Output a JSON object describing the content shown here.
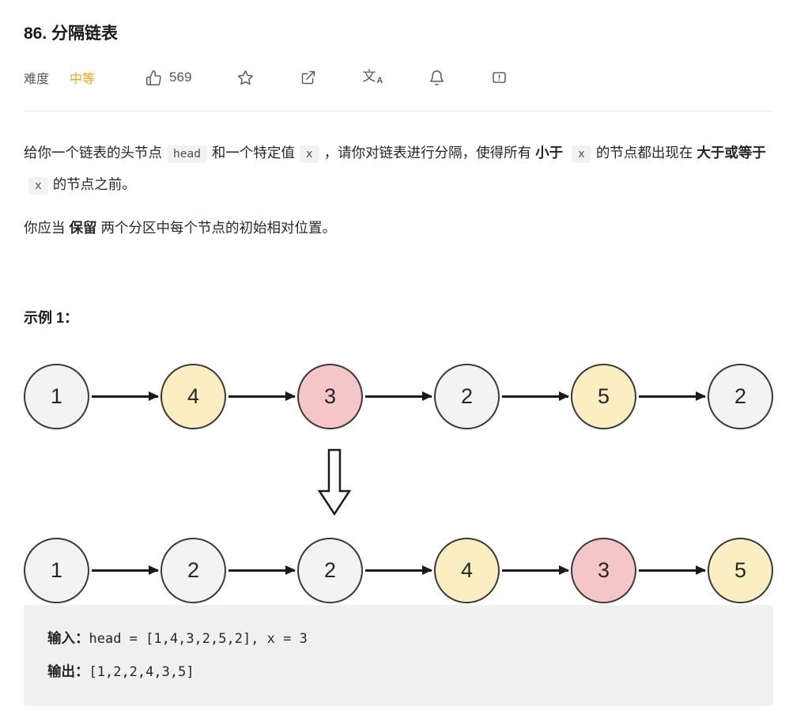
{
  "page": {
    "title": "86. 分隔链表"
  },
  "meta": {
    "difficulty_label": "难度",
    "difficulty_value": "中等",
    "likes_count": "569",
    "translate_glyph_main": "文",
    "translate_glyph_sub": "A"
  },
  "description": {
    "p1": {
      "t1": "给你一个链表的头节点",
      "c1": "head",
      "t2": "和一个特定值",
      "c2": "x",
      "t3": "，请你对链表进行分隔，使得所有",
      "b1": "小于",
      "c3": "x",
      "t4": "的节点都出现在",
      "b2": "大于或等于",
      "c4": "x",
      "t5": "的节点之前。"
    },
    "p2": {
      "t1": "你应当",
      "b1": "保留",
      "t2": "两个分区中每个节点的初始相对位置。"
    }
  },
  "example": {
    "heading": "示例 1：",
    "before_nodes": [
      {
        "value": "1",
        "color": "gray"
      },
      {
        "value": "4",
        "color": "yellow"
      },
      {
        "value": "3",
        "color": "pink"
      },
      {
        "value": "2",
        "color": "gray"
      },
      {
        "value": "5",
        "color": "yellow"
      },
      {
        "value": "2",
        "color": "gray"
      }
    ],
    "after_nodes": [
      {
        "value": "1",
        "color": "gray"
      },
      {
        "value": "2",
        "color": "gray"
      },
      {
        "value": "2",
        "color": "gray"
      },
      {
        "value": "4",
        "color": "yellow"
      },
      {
        "value": "3",
        "color": "pink"
      },
      {
        "value": "5",
        "color": "yellow"
      }
    ],
    "io": {
      "input_label": "输入：",
      "input_value": "head = [1,4,3,2,5,2], x = 3",
      "output_label": "输出：",
      "output_value": "[1,2,2,4,3,5]"
    }
  },
  "colors": {
    "difficulty_medium": "#ffa116",
    "node_gray": "#f3f3f3",
    "node_yellow": "#fbeec1",
    "node_pink": "#f5c6c8",
    "io_background": "#f0f0f0"
  }
}
